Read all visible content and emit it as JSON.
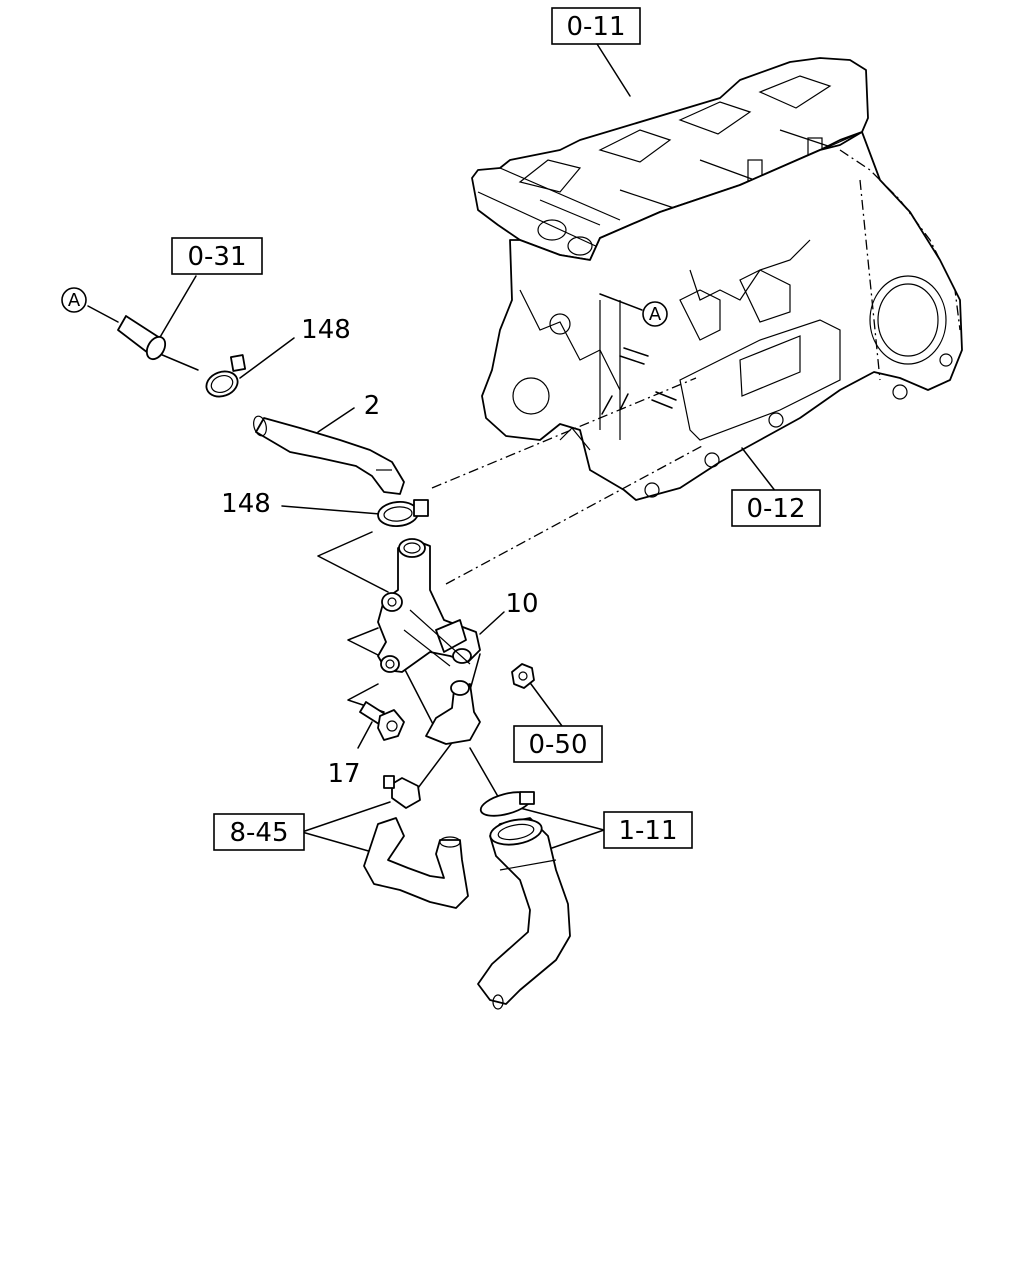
{
  "diagram": {
    "reference_boxes": {
      "engine_block_top": "0-11",
      "engine_block_side": "0-12",
      "oil_cooler": "0-31",
      "nut": "0-50",
      "heater_hose": "8-45",
      "radiator_hose": "1-11"
    },
    "part_numbers": {
      "clamp_upper": "148",
      "hose": "2",
      "clamp_lower": "148",
      "water_outlet": "10",
      "bolt": "17"
    },
    "connector_marks": {
      "left": "A",
      "right": "A"
    }
  }
}
